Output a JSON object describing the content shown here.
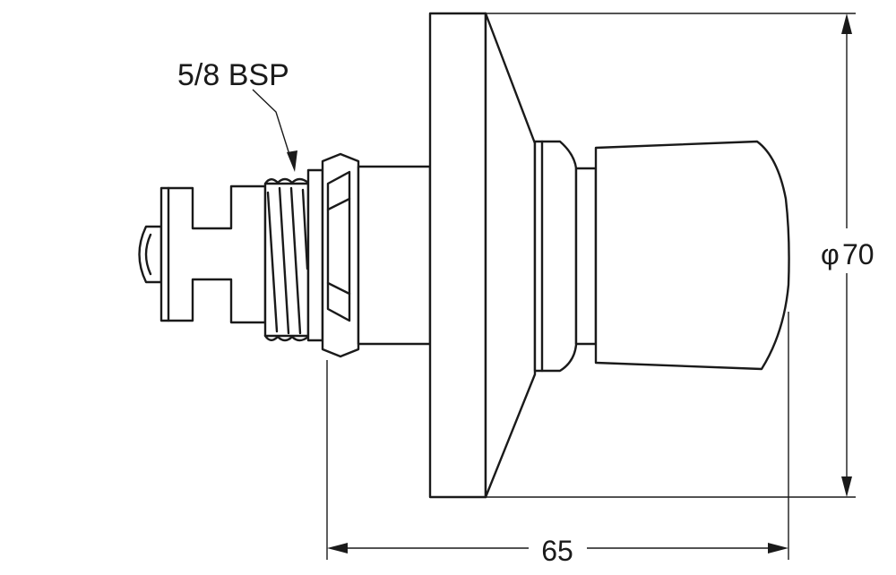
{
  "labels": {
    "thread": "5/8 BSP",
    "diameter_symbol": "φ",
    "diameter_value": "70",
    "length": "65"
  },
  "colors": {
    "line": "#1a1a1a",
    "background": "#ffffff"
  }
}
